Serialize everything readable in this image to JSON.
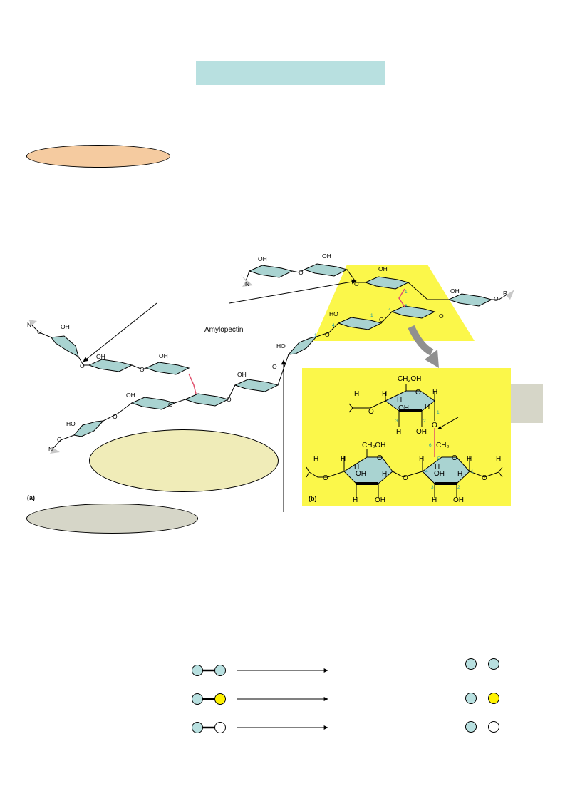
{
  "figure": {
    "polymer_name": "Amylopectin",
    "panel_a_label": "(a)",
    "panel_b_label": "(b)",
    "end_nonreducing": "N",
    "end_reducing": "R",
    "group_hydroxyl": "OH",
    "group_hydroxymethyl": "CH₂OH",
    "group_methylene": "CH₂",
    "atom_oxygen": "O",
    "atom_hydrogen": "H",
    "hydroxyl_left": "HO",
    "bond_position_1": "1",
    "bond_position_2": "2",
    "bond_position_3": "3",
    "bond_position_4": "4",
    "bond_position_5": "5",
    "bond_position_6": "6"
  },
  "colors": {
    "ring_fill": "#a9d3d1",
    "highlight_yellow": "#fbf74a",
    "glycosidic_bond_red": "#e0506c",
    "position_label_teal": "#1f9ba0",
    "title_box": "#b8e0e0",
    "oval_peach": "#f5cba0",
    "oval_yellow": "#f0ecb8",
    "oval_grey": "#d6d6c8",
    "callout_box": "#d6d6c8",
    "arrow_grey": "#909090",
    "legend_yellow": "#fff200"
  },
  "legend": {
    "rows": [
      {
        "left_pair": [
          "#b8e0e0",
          "#b8e0e0"
        ],
        "right_pair": [
          "#b8e0e0",
          "#b8e0e0"
        ]
      },
      {
        "left_pair": [
          "#b8e0e0",
          "#fff200"
        ],
        "right_pair": [
          "#b8e0e0",
          "#fff200"
        ]
      },
      {
        "left_pair": [
          "#b8e0e0",
          "#ffffff"
        ],
        "right_pair": [
          "#b8e0e0",
          "#ffffff"
        ]
      }
    ]
  }
}
